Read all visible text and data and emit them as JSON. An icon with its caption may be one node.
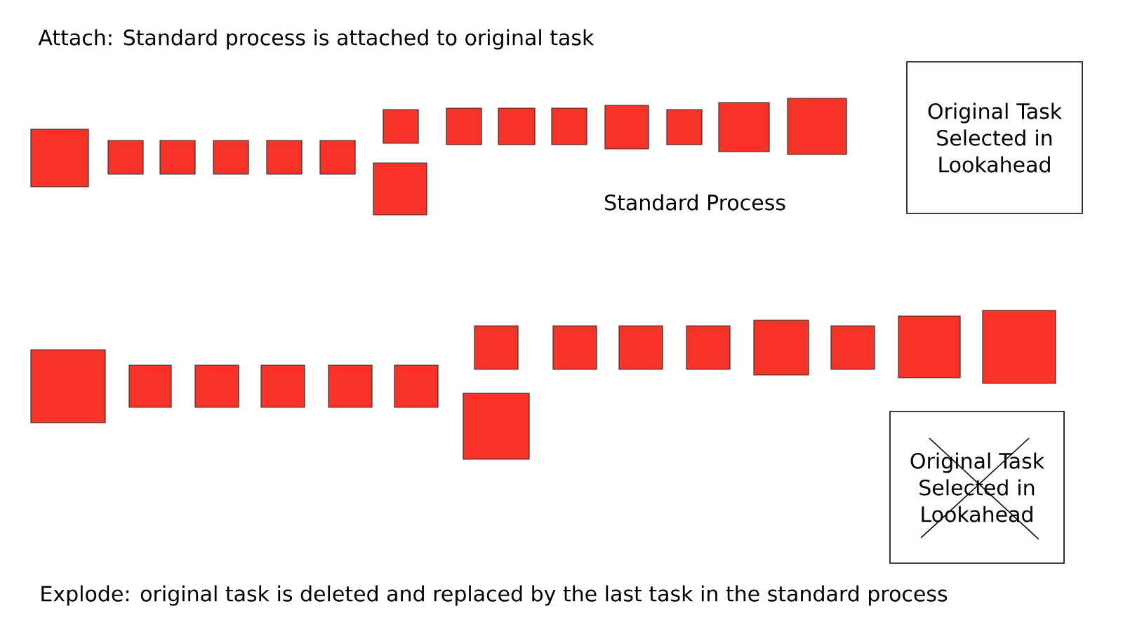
{
  "diagram": {
    "nodes": [
      {
        "text": [],
        "shape": "box"
      },
      {
        "text": [],
        "shape": "box"
      },
      {
        "text": [],
        "shape": "box"
      },
      {
        "text": [],
        "shape": "box"
      },
      {
        "text": [],
        "shape": "box"
      },
      {
        "text": [],
        "shape": "box"
      },
      {
        "text": [],
        "shape": "box"
      },
      {
        "text": [],
        "shape": "box"
      },
      {
        "text": [],
        "shape": "box"
      },
      {
        "text": [],
        "shape": "box"
      },
      {
        "text": [],
        "shape": "box"
      },
      {
        "text": [],
        "shape": "box"
      },
      {
        "text": [],
        "shape": "box"
      },
      {
        "text": [],
        "shape": "box"
      },
      {
        "text": [],
        "shape": "box"
      },
      {
        "text": [
          "Original Task Selected in Lookahead"
        ]
      },
      {
        "text": [],
        "shape": "box"
      },
      {
        "text": [],
        "shape": "box"
      },
      {
        "text": [],
        "shape": "box"
      },
      {
        "text": [],
        "shape": "box"
      },
      {
        "text": [],
        "shape": "box"
      },
      {
        "text": [],
        "shape": "box"
      },
      {
        "text": [],
        "shape": "box"
      },
      {
        "text": [],
        "shape": "box"
      },
      {
        "text": [],
        "shape": "box"
      },
      {
        "text": [],
        "shape": "box"
      },
      {
        "text": [],
        "shape": "box"
      },
      {
        "text": [],
        "shape": "box"
      },
      {
        "text": [],
        "shape": "box"
      },
      {
        "text": [],
        "shape": "box"
      },
      {
        "text": [],
        "shape": "box"
      },
      {
        "text": [
          "Original Task Selected in Lookahead"
        ]
      }
    ],
    "labels": [
      "Attach: Standard process is attached to original task",
      "Standard Process",
      "Explode: original task is deleted and replaced by the last task in the standard process"
    ]
  }
}
